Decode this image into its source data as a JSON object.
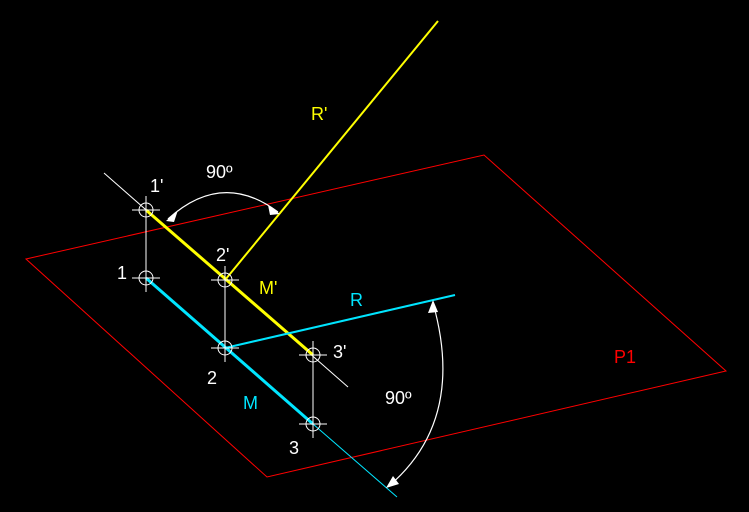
{
  "colors": {
    "background": "#000000",
    "plane": "#ff0000",
    "yellow": "#ffff00",
    "cyan": "#00e5ff",
    "white": "#ffffff"
  },
  "labels": {
    "p1": "P1",
    "r_prime": "R'",
    "r": "R",
    "m_prime": "M'",
    "m": "M",
    "pt1_prime": "1'",
    "pt2_prime": "2'",
    "pt3_prime": "3'",
    "pt1": "1",
    "pt2": "2",
    "pt3": "3",
    "angle_top": "90º",
    "angle_bottom": "90º"
  }
}
